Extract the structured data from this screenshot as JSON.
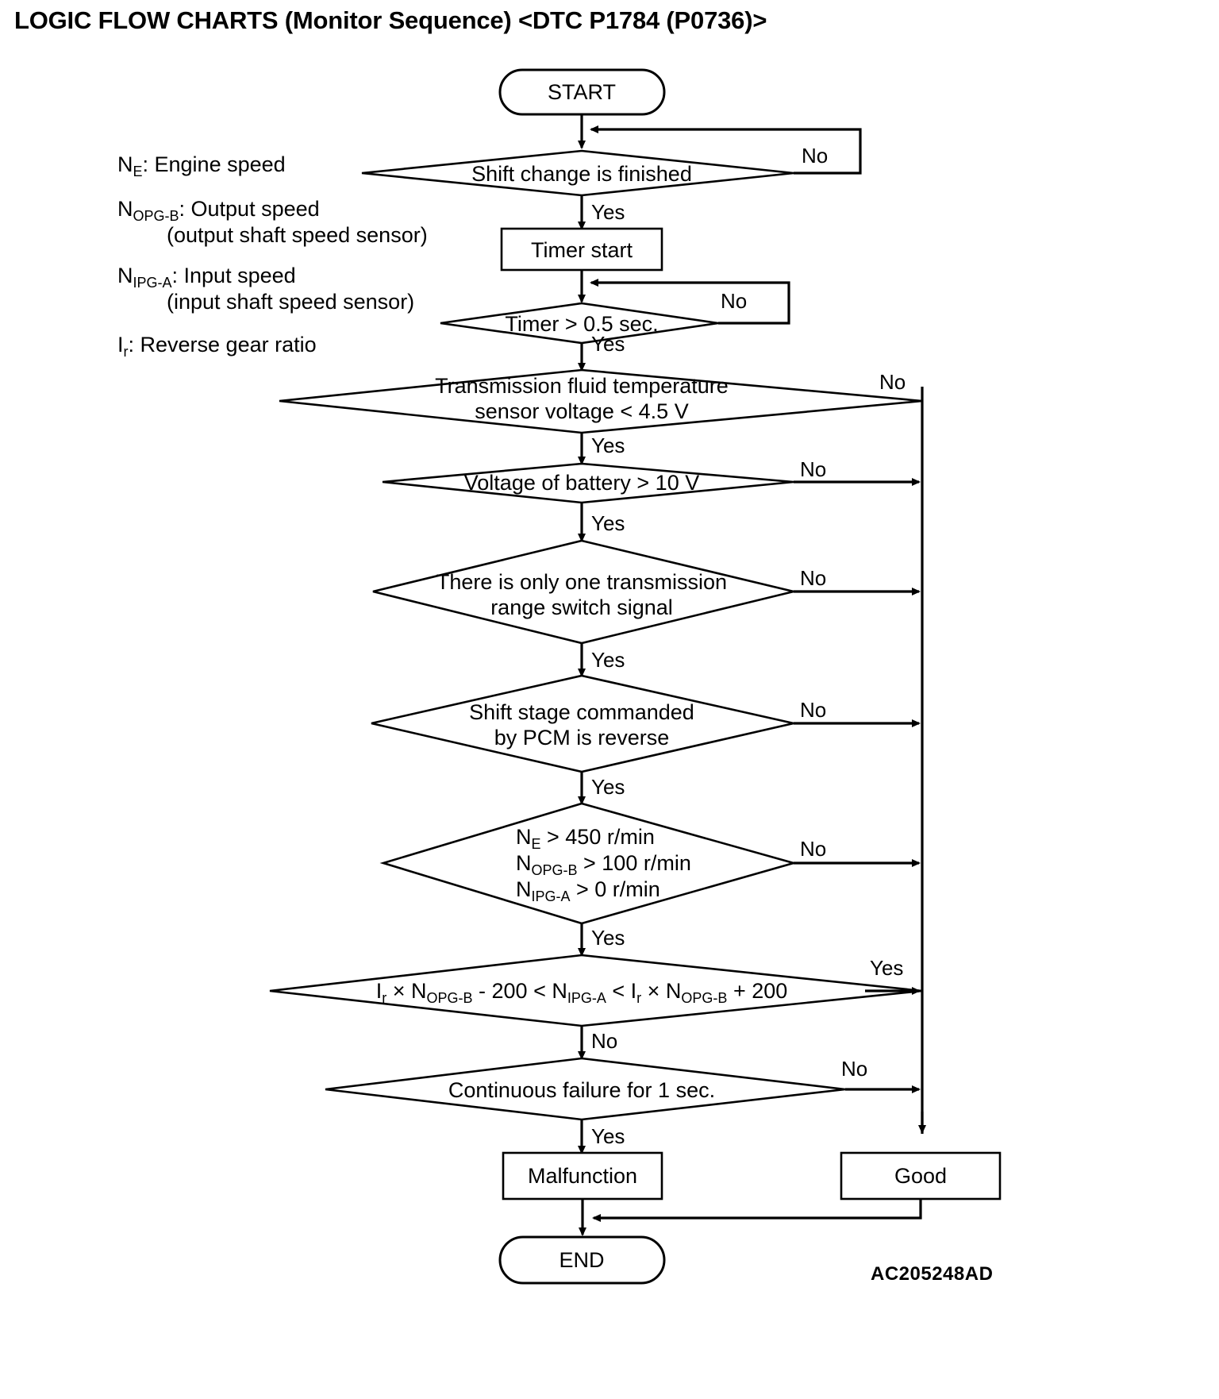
{
  "document": {
    "title": "LOGIC FLOW CHARTS (Monitor Sequence) <DTC P1784 (P0736)>",
    "figure_code": "AC205248AD"
  },
  "legend": [
    {
      "symbol": "N",
      "subscript": "E",
      "definition": ": Engine speed",
      "detail": ""
    },
    {
      "symbol": "N",
      "subscript": "OPG-B",
      "definition": ": Output speed",
      "detail": "(output shaft speed sensor)"
    },
    {
      "symbol": "N",
      "subscript": "IPG-A",
      "definition": ": Input speed",
      "detail": "(input shaft speed sensor)"
    },
    {
      "symbol": "I",
      "subscript": "r",
      "definition": ": Reverse gear ratio",
      "detail": ""
    }
  ],
  "chart_data": {
    "type": "flowchart",
    "title": "LOGIC FLOW CHARTS (Monitor Sequence) <DTC P1784 (P0736)>",
    "nodes": [
      {
        "id": "start",
        "shape": "terminator",
        "label": "START"
      },
      {
        "id": "d1",
        "shape": "decision",
        "label": "Shift change is finished"
      },
      {
        "id": "p1",
        "shape": "process",
        "label": "Timer start"
      },
      {
        "id": "d2",
        "shape": "decision",
        "label": "Timer > 0.5 sec."
      },
      {
        "id": "d3",
        "shape": "decision",
        "label_line1": "Transmission fluid temperature",
        "label_line2": "sensor voltage < 4.5 V"
      },
      {
        "id": "d4",
        "shape": "decision",
        "label": "Voltage of battery > 10 V"
      },
      {
        "id": "d5",
        "shape": "decision",
        "label_line1": "There is only one transmission",
        "label_line2": "range switch signal"
      },
      {
        "id": "d6",
        "shape": "decision",
        "label_line1": "Shift stage commanded",
        "label_line2": "by PCM is reverse"
      },
      {
        "id": "d7",
        "shape": "decision",
        "label_line1": "NE > 450 r/min",
        "label_line2": "NOPG-B > 100 r/min",
        "label_line3": "NIPG-A > 0 r/min"
      },
      {
        "id": "d8",
        "shape": "decision",
        "label": "Ir x NOPG-B - 200 < NIPG-A < Ir x NOPG-B + 200"
      },
      {
        "id": "d9",
        "shape": "decision",
        "label": "Continuous failure for 1 sec."
      },
      {
        "id": "r1",
        "shape": "process",
        "label": "Malfunction"
      },
      {
        "id": "r2",
        "shape": "process",
        "label": "Good"
      },
      {
        "id": "end",
        "shape": "terminator",
        "label": "END"
      }
    ],
    "edges": [
      {
        "from": "start",
        "to": "d1",
        "label": ""
      },
      {
        "from": "d1",
        "to": "p1",
        "label": "Yes"
      },
      {
        "from": "d1",
        "to": "d1",
        "label": "No"
      },
      {
        "from": "p1",
        "to": "d2",
        "label": ""
      },
      {
        "from": "d2",
        "to": "d3",
        "label": "Yes"
      },
      {
        "from": "d2",
        "to": "d2",
        "label": "No"
      },
      {
        "from": "d3",
        "to": "d4",
        "label": "Yes"
      },
      {
        "from": "d3",
        "to": "r2",
        "label": "No"
      },
      {
        "from": "d4",
        "to": "d5",
        "label": "Yes"
      },
      {
        "from": "d4",
        "to": "r2",
        "label": "No"
      },
      {
        "from": "d5",
        "to": "d6",
        "label": "Yes"
      },
      {
        "from": "d5",
        "to": "r2",
        "label": "No"
      },
      {
        "from": "d6",
        "to": "d7",
        "label": "Yes"
      },
      {
        "from": "d6",
        "to": "r2",
        "label": "No"
      },
      {
        "from": "d7",
        "to": "d8",
        "label": "Yes"
      },
      {
        "from": "d7",
        "to": "r2",
        "label": "No"
      },
      {
        "from": "d8",
        "to": "d9",
        "label": "No"
      },
      {
        "from": "d8",
        "to": "r2",
        "label": "Yes"
      },
      {
        "from": "d9",
        "to": "r1",
        "label": "Yes"
      },
      {
        "from": "d9",
        "to": "r2",
        "label": "No"
      },
      {
        "from": "r1",
        "to": "end",
        "label": ""
      },
      {
        "from": "r2",
        "to": "end",
        "label": ""
      }
    ]
  },
  "nodes": {
    "start": "START",
    "end": "END",
    "timer_start": "Timer start",
    "malfunction": "Malfunction",
    "good": "Good",
    "d1": "Shift change is finished",
    "d2": "Timer > 0.5 sec.",
    "d3_l1": "Transmission fluid temperature",
    "d3_l2": "sensor voltage < 4.5 V",
    "d4": "Voltage of battery > 10 V",
    "d5_l1": "There is only one transmission",
    "d5_l2": "range switch signal",
    "d6_l1": "Shift stage commanded",
    "d6_l2": "by PCM is reverse",
    "d9": "Continuous failure for 1 sec."
  },
  "branch_labels": {
    "yes": "Yes",
    "no": "No"
  },
  "formula_parts": {
    "ne": "N",
    "ne_sub": "E",
    "ne_rest": " > 450 r/min",
    "nopg": "N",
    "nopg_sub": "OPG-B",
    "nopg_rest": " > 100 r/min",
    "nipg": "N",
    "nipg_sub": "IPG-A",
    "nipg_rest": " > 0 r/min",
    "ratio_i": "I",
    "ratio_i_sub": "r",
    "ratio_a": " × N",
    "ratio_a_sub": "OPG-B",
    "ratio_b": " - 200 < N",
    "ratio_b_sub": "IPG-A",
    "ratio_c": " < I",
    "ratio_c_sub": "r",
    "ratio_d": " × N",
    "ratio_d_sub": "OPG-B",
    "ratio_e": " + 200"
  },
  "colors": {
    "stroke": "#000000",
    "fill": "#ffffff",
    "text": "#000000"
  }
}
